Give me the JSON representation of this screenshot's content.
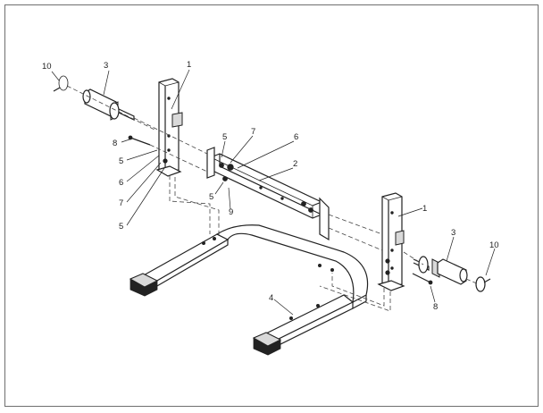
{
  "callouts": {
    "c1a": "1",
    "c1b": "1",
    "c2": "2",
    "c3a": "3",
    "c3b": "3",
    "c4": "4",
    "c5a": "5",
    "c5b": "5",
    "c5c": "5",
    "c5d": "5",
    "c6a": "6",
    "c6b": "6",
    "c7a": "7",
    "c7b": "7",
    "c8a": "8",
    "c8b": "8",
    "c9": "9",
    "c10a": "10",
    "c10b": "10"
  }
}
